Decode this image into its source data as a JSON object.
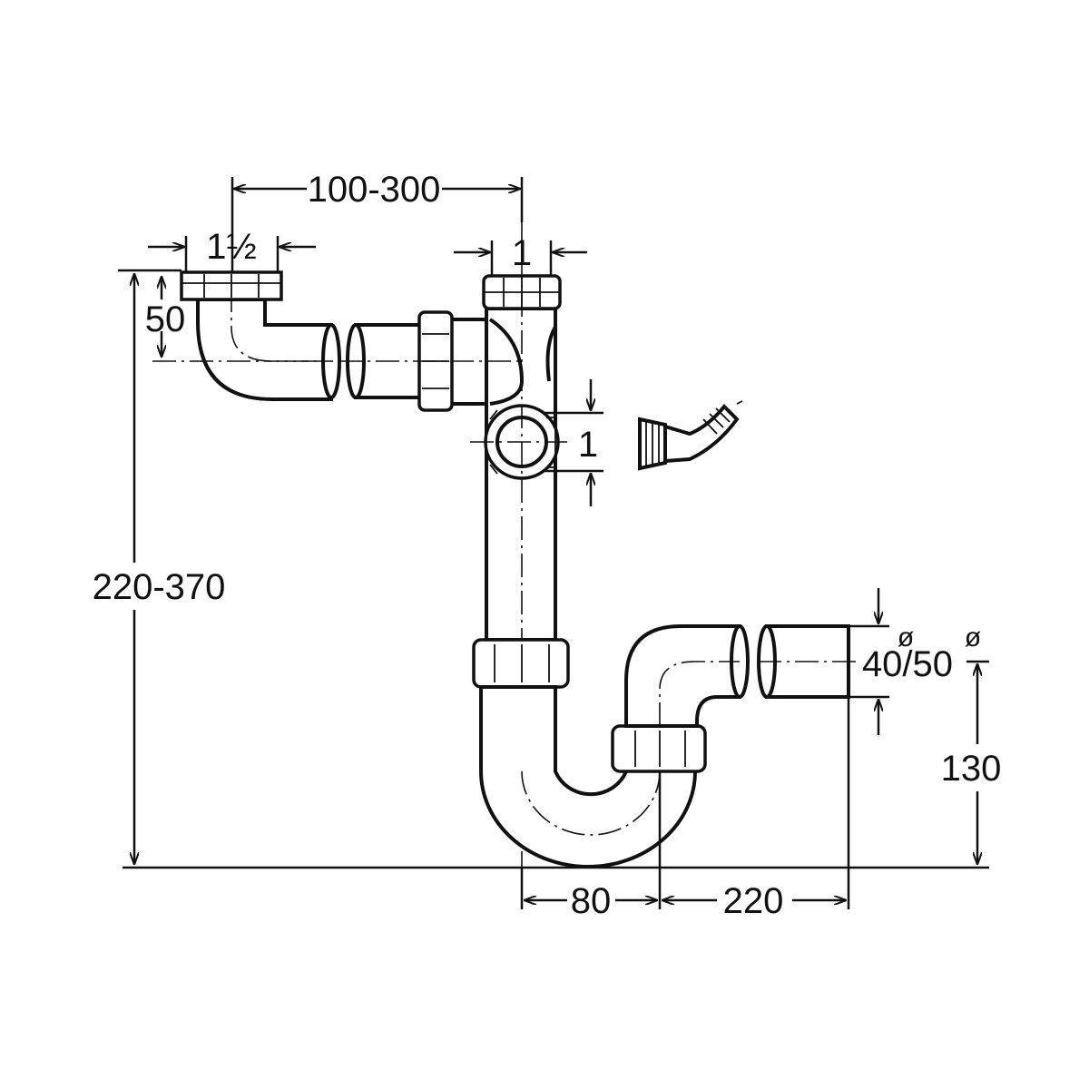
{
  "dimensions": {
    "inlet_distance": "100-300",
    "inlet_thread_left": "1½",
    "inlet_thread_right": "1",
    "inlet_height": "50",
    "side_connection": "1",
    "total_height": "220-370",
    "outlet_diameter": "40/50",
    "outlet_height": "130",
    "trap_width": "80",
    "outlet_length": "220"
  },
  "symbols": {
    "diameter": "ø"
  }
}
